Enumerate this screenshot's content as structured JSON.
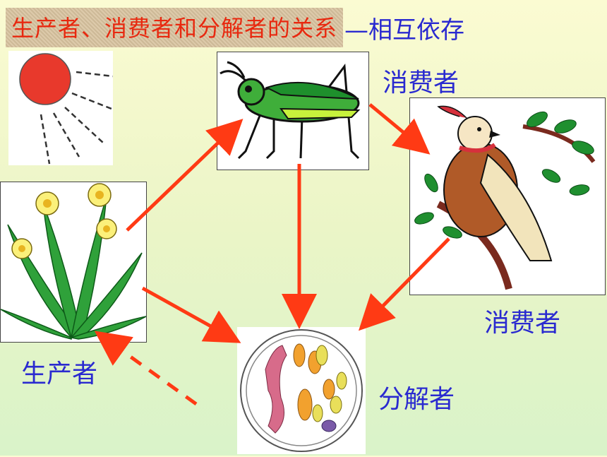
{
  "title": {
    "main": "生产者、消费者和分解者的关系",
    "sub": "—相互依存"
  },
  "labels": {
    "consumer_top": "消费者",
    "consumer_right": "消费者",
    "producer": "生产者",
    "decomposer": "分解者"
  },
  "colors": {
    "title_text": "#e8280f",
    "label_text": "#2a2ad0",
    "arrow": "#ff3a14"
  },
  "icons": [
    "sun-icon",
    "grasshopper-icon",
    "bird-icon",
    "daffodil-plant-icon",
    "microbes-icon"
  ]
}
